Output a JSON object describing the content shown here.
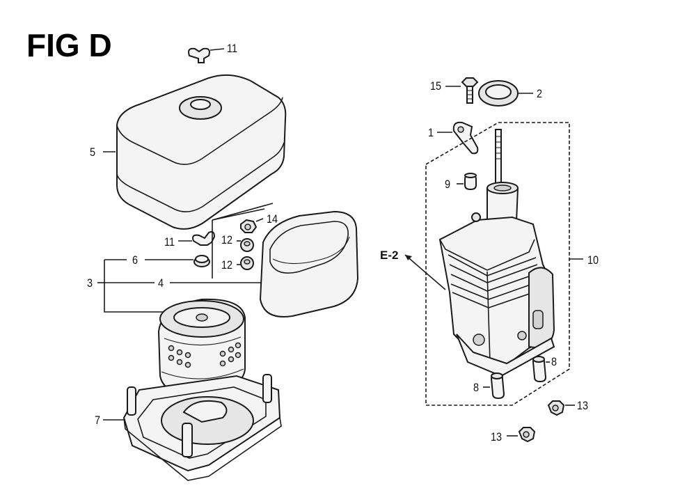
{
  "figure": {
    "title": "FIG D"
  },
  "callouts": {
    "c11_top": "11",
    "c5": "5",
    "c11_mid": "11",
    "c14": "14",
    "c12_a": "12",
    "c12_b": "12",
    "c6": "6",
    "c3": "3",
    "c4": "4",
    "c7": "7",
    "c15": "15",
    "c2": "2",
    "c1": "1",
    "c9": "9",
    "c10": "10",
    "c8_right": "8",
    "c8_left": "8",
    "c13_right": "13",
    "c13_bottom": "13"
  },
  "reference": {
    "e2": "E-2"
  }
}
